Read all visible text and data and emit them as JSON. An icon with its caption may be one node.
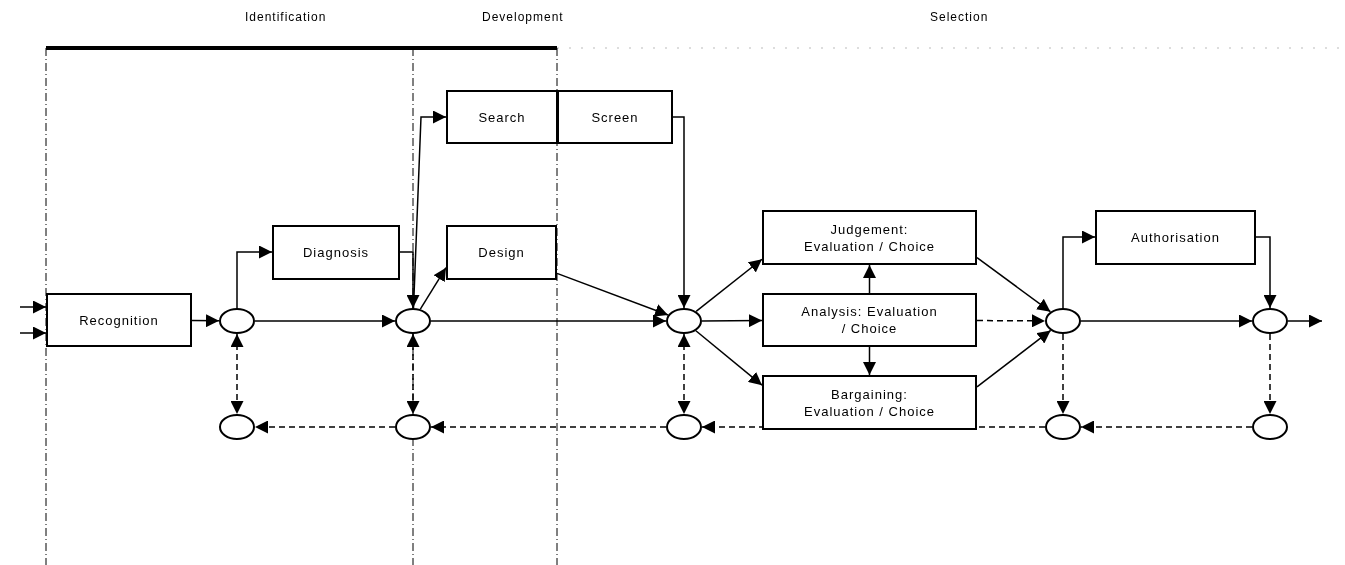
{
  "diagram": {
    "nodes": [
      {
        "text": [
          "Recognition"
        ]
      },
      {
        "text": [],
        "shape": "circle"
      },
      {
        "text": [
          "Diagnosis"
        ]
      },
      {
        "text": [],
        "shape": "circle"
      },
      {
        "text": [
          "Search"
        ]
      },
      {
        "text": [
          "Screen"
        ]
      },
      {
        "text": [
          "Design"
        ]
      },
      {
        "text": [],
        "shape": "circle"
      },
      {
        "text": [
          "Judgement: Evaluation / Choice"
        ]
      },
      {
        "text": [
          "Analysis: Evaluation / Choice"
        ]
      },
      {
        "text": [
          "Bargaining: Evaluation / Choice"
        ]
      },
      {
        "text": [],
        "shape": "circle"
      },
      {
        "text": [
          "Authorisation"
        ]
      },
      {
        "text": [],
        "shape": "circle"
      },
      {
        "text": [],
        "shape": "circle"
      },
      {
        "text": [],
        "shape": "circle"
      },
      {
        "text": [],
        "shape": "circle"
      },
      {
        "text": [],
        "shape": "circle"
      },
      {
        "text": [],
        "shape": "circle"
      }
    ],
    "edges": [
      {
        "from": null,
        "to": 0,
        "arrow": "to"
      },
      {
        "from": null,
        "to": 0,
        "arrow": "to"
      },
      {
        "from": 0,
        "to": 1,
        "arrow": "to"
      },
      {
        "from": 1,
        "to": 2,
        "arrow": "to"
      },
      {
        "from": 1,
        "to": 3,
        "arrow": "to"
      },
      {
        "from": 2,
        "to": 3,
        "arrow": "to"
      },
      {
        "from": 3,
        "to": 4,
        "arrow": "to"
      },
      {
        "from": 3,
        "to": 6,
        "arrow": "to"
      },
      {
        "from": 5,
        "to": 7,
        "arrow": "to"
      },
      {
        "from": 6,
        "to": 7,
        "arrow": "to"
      },
      {
        "from": 3,
        "to": 7,
        "arrow": "to"
      },
      {
        "from": 7,
        "to": 8,
        "arrow": "to"
      },
      {
        "from": 7,
        "to": 9,
        "arrow": "to"
      },
      {
        "from": 7,
        "to": 10,
        "arrow": "to"
      },
      {
        "from": 9,
        "to": 8,
        "arrow": "to"
      },
      {
        "from": 9,
        "to": 10,
        "arrow": "to"
      },
      {
        "from": 8,
        "to": 11,
        "arrow": "to"
      },
      {
        "from": 9,
        "to": 11,
        "arrow": "to",
        "style": "dashed"
      },
      {
        "from": 10,
        "to": 11,
        "arrow": "to"
      },
      {
        "from": 11,
        "to": 12,
        "arrow": "to"
      },
      {
        "from": 12,
        "to": 13,
        "arrow": "to"
      },
      {
        "from": 11,
        "to": 13,
        "arrow": "to"
      },
      {
        "from": 13,
        "to": null,
        "arrow": "to"
      },
      {
        "from": 1,
        "to": 14,
        "arrow": "both",
        "style": "dashed"
      },
      {
        "from": 3,
        "to": 15,
        "arrow": "both",
        "style": "dashed"
      },
      {
        "from": 7,
        "to": 16,
        "arrow": "both",
        "style": "dashed"
      },
      {
        "from": 11,
        "to": 17,
        "arrow": "to",
        "style": "dashed"
      },
      {
        "from": 13,
        "to": 18,
        "arrow": "to",
        "style": "dashed"
      },
      {
        "from": 15,
        "to": 14,
        "arrow": "to",
        "style": "dashed"
      },
      {
        "from": 16,
        "to": 15,
        "arrow": "to",
        "style": "dashed"
      },
      {
        "from": 17,
        "to": 16,
        "arrow": "to",
        "style": "dashed"
      },
      {
        "from": 18,
        "to": 17,
        "arrow": "to",
        "style": "dashed"
      }
    ],
    "labels": [
      "Identification",
      "Development",
      "Selection"
    ]
  }
}
